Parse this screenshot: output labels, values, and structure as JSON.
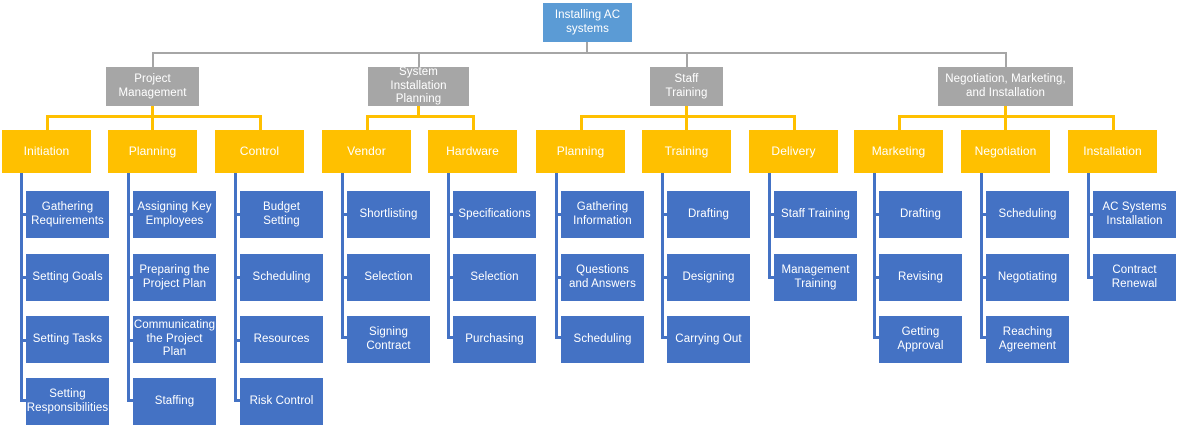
{
  "diagram": {
    "title": "Installing AC systems",
    "colors": {
      "root": "#5b9bd5",
      "category": "#a6a6a6",
      "group": "#ffc000",
      "leaf": "#4472c4",
      "background": "#ffffff"
    },
    "root": {
      "label": "Installing AC systems"
    },
    "categories": [
      {
        "label": "Project Management"
      },
      {
        "label": "System Installation Planning"
      },
      {
        "label": "Staff Training"
      },
      {
        "label": "Negotiation, Marketing, and Installation"
      }
    ],
    "groups": [
      {
        "label": "Initiation"
      },
      {
        "label": "Planning"
      },
      {
        "label": "Control"
      },
      {
        "label": "Vendor"
      },
      {
        "label": "Hardware"
      },
      {
        "label": "Planning"
      },
      {
        "label": "Training"
      },
      {
        "label": "Delivery"
      },
      {
        "label": "Marketing"
      },
      {
        "label": "Negotiation"
      },
      {
        "label": "Installation"
      }
    ],
    "tasks": {
      "initiation": [
        {
          "label": "Gathering Requirements"
        },
        {
          "label": "Setting Goals"
        },
        {
          "label": "Setting Tasks"
        },
        {
          "label": "Setting Responsibilities"
        }
      ],
      "planning_pm": [
        {
          "label": "Assigning Key Employees"
        },
        {
          "label": "Preparing the Project Plan"
        },
        {
          "label": "Communicating the Project Plan"
        },
        {
          "label": "Staffing"
        }
      ],
      "control": [
        {
          "label": "Budget Setting"
        },
        {
          "label": "Scheduling"
        },
        {
          "label": "Resources"
        },
        {
          "label": "Risk Control"
        }
      ],
      "vendor": [
        {
          "label": "Shortlisting"
        },
        {
          "label": "Selection"
        },
        {
          "label": "Signing Contract"
        }
      ],
      "hardware": [
        {
          "label": "Specifications"
        },
        {
          "label": "Selection"
        },
        {
          "label": "Purchasing"
        }
      ],
      "planning_st": [
        {
          "label": "Gathering Information"
        },
        {
          "label": "Questions and Answers"
        },
        {
          "label": "Scheduling"
        }
      ],
      "training": [
        {
          "label": "Drafting"
        },
        {
          "label": "Designing"
        },
        {
          "label": "Carrying Out"
        }
      ],
      "delivery": [
        {
          "label": "Staff Training"
        },
        {
          "label": "Management Training"
        }
      ],
      "marketing": [
        {
          "label": "Drafting"
        },
        {
          "label": "Revising"
        },
        {
          "label": "Getting Approval"
        }
      ],
      "negotiation": [
        {
          "label": "Scheduling"
        },
        {
          "label": "Negotiating"
        },
        {
          "label": "Reaching Agreement"
        }
      ],
      "installation": [
        {
          "label": "AC Systems Installation"
        },
        {
          "label": "Contract Renewal"
        }
      ]
    }
  }
}
